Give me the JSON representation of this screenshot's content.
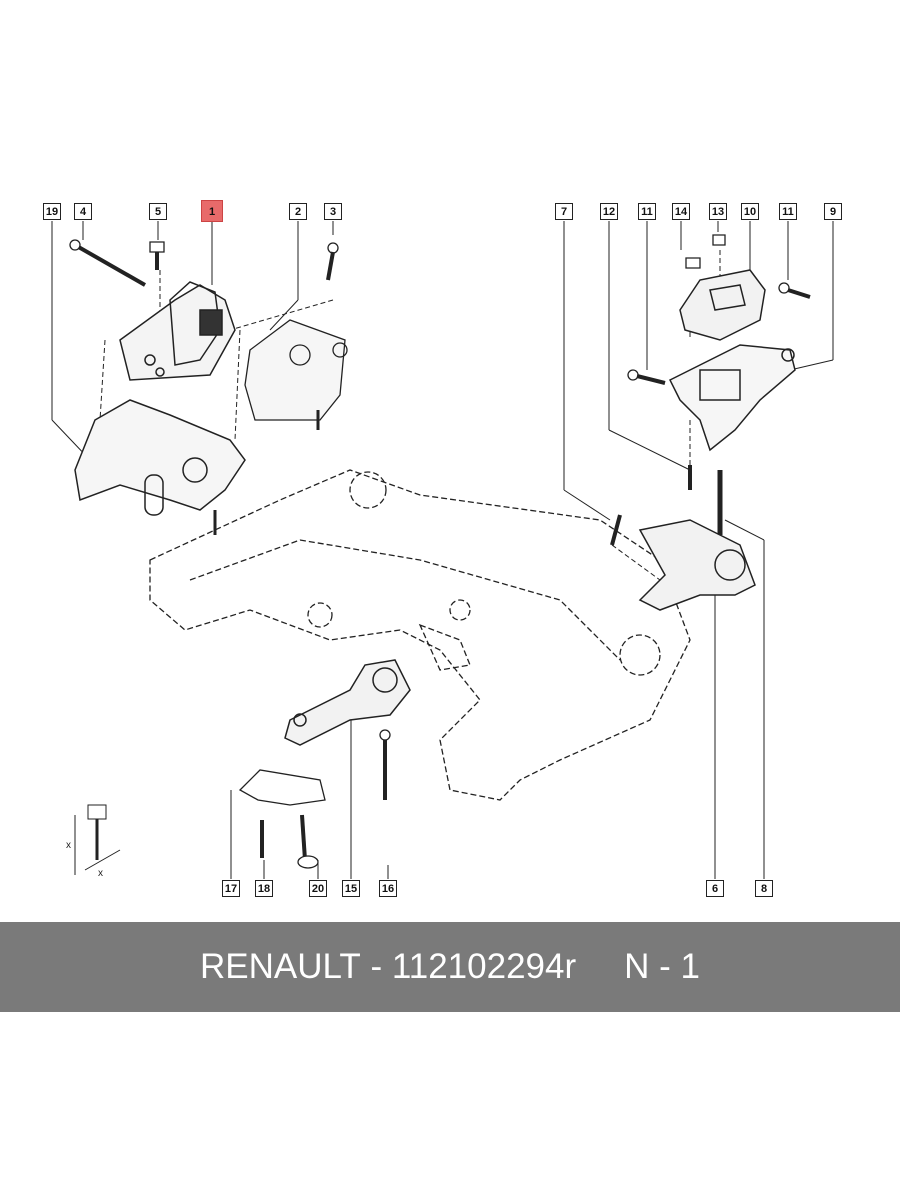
{
  "callouts_top_left": [
    "19",
    "4",
    "5",
    "1",
    "2",
    "3"
  ],
  "callouts_top_right": [
    "7",
    "12",
    "11",
    "14",
    "13",
    "10",
    "11",
    "9"
  ],
  "callouts_bottom": [
    "17",
    "18",
    "20",
    "15",
    "16",
    "6",
    "8"
  ],
  "highlighted_part": "1",
  "highlight_color": "#e86a6a",
  "dimension_labels": [
    "x",
    "x"
  ],
  "banner": {
    "brand": "RENAULT",
    "separator": " - ",
    "part_number": "112102294r",
    "position_code": "N - 1"
  }
}
